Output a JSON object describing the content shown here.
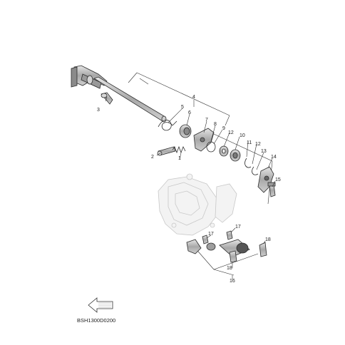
{
  "diagram": {
    "code": "BSH1300D0200",
    "callouts": [
      "1",
      "2",
      "3",
      "4",
      "5",
      "6",
      "7",
      "8",
      "9",
      "10",
      "11",
      "12",
      "12",
      "13",
      "14",
      "15",
      "16",
      "17",
      "17",
      "18",
      "18"
    ],
    "colors": {
      "line": "#333333",
      "part_fill": "#b9b9b9",
      "ghost": "#c8c8c8"
    }
  }
}
